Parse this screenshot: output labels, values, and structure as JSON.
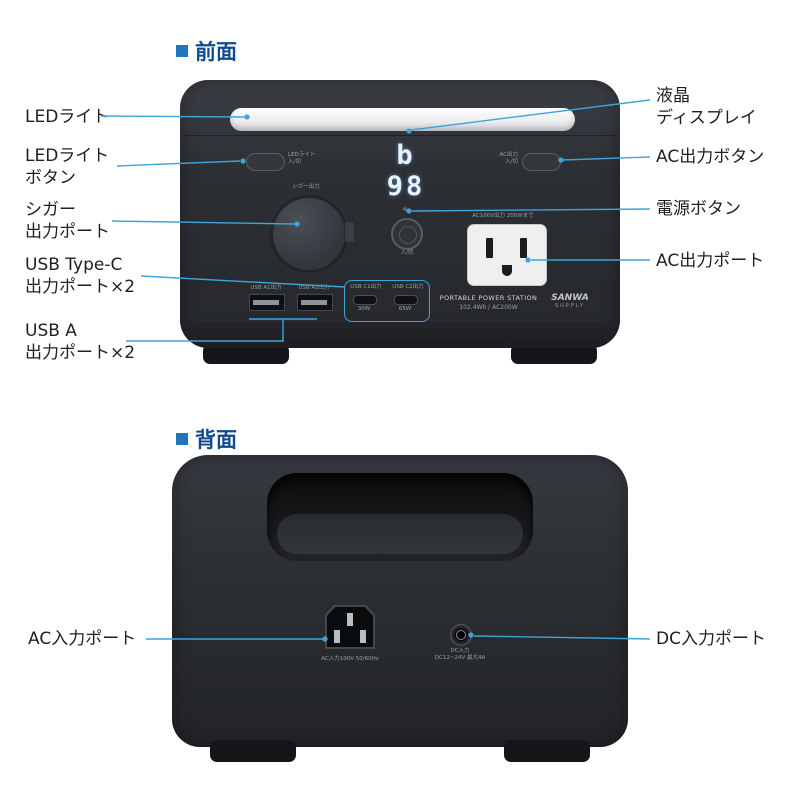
{
  "front": {
    "header": "前面",
    "labels": {
      "led_light": "LEDライト",
      "led_button": "LEDライト\nボタン",
      "cigar_port": "シガー\n出力ポート",
      "usb_c_ports": "USB Type-C\n出力ポート×2",
      "usb_a_ports": "USB A\n出力ポート×2",
      "lcd_display": "液晶\nディスプレイ",
      "ac_button": "AC出力ボタン",
      "power_button": "電源ボタン",
      "ac_port": "AC出力ポート"
    },
    "device": {
      "led_button_caption": "LEDライト\n入/切",
      "display_value": "b 98",
      "ac_button_caption": "AC出力\n入/切",
      "cigar_caption": "シガー出力",
      "power_caption": "入/切",
      "ac_outlet_caption": "AC100V出力 200Wまで",
      "usb_a1_caption": "USB A1出力",
      "usb_a2_caption": "USB A2出力",
      "usb_c1_caption": "USB C1出力",
      "usb_c1_watt": "30W",
      "usb_c2_caption": "USB C2出力",
      "usb_c2_watt": "65W",
      "product_name": "PORTABLE POWER STATION",
      "product_spec": "102.4Wh / AC200W",
      "brand": "SANWA",
      "brand_sub": "SUPPLY"
    }
  },
  "back": {
    "header": "背面",
    "labels": {
      "ac_input": "AC入力ポート",
      "dc_input": "DC入力ポート"
    },
    "device": {
      "ac_input_caption": "AC入力100V 50/60Hz",
      "dc_input_caption": "DC入力\nDC12~24V 最大4A"
    }
  },
  "colors": {
    "leader_line": "#3FA3DC",
    "header_text": "#114B8F",
    "header_square": "#2076BE",
    "device_body": "#2B2E33",
    "led_strip": "#F4F5F6"
  }
}
